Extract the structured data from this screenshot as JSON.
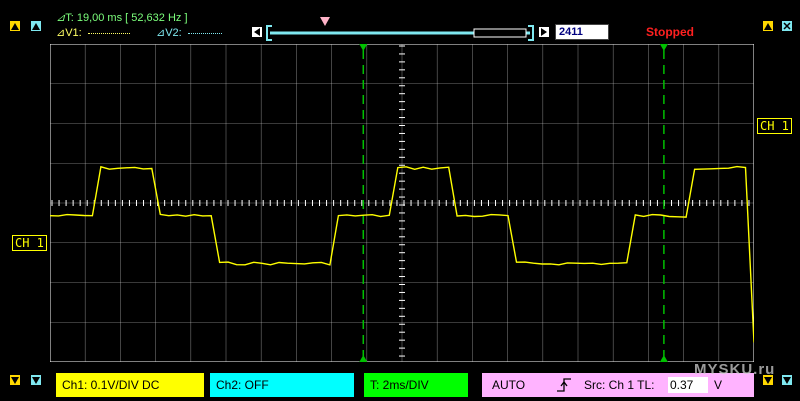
{
  "header": {
    "delta_t": "T: 19,00 ms [ 52,632 Hz ]",
    "v1_label": "V1:",
    "v2_label": "V2:",
    "position_value": "2411",
    "status": "Stopped"
  },
  "labels": {
    "ch1_right": "CH 1",
    "ch1_left": "CH 1"
  },
  "statusbar": {
    "ch1": "Ch1:  0.1V/DIV   DC",
    "ch2": "Ch2:   OFF",
    "time": "T:   2ms/DIV",
    "mode": "AUTO",
    "trigger_src": "Src: Ch 1  TL:",
    "trigger_level": "0.37",
    "trigger_unit": "V"
  },
  "watermark": "MYSKU.ru",
  "colors": {
    "trace": "#ffff00",
    "grid": "#d0d0d0",
    "cursor": "#00c000",
    "status_ch1": "#ffff00",
    "status_ch2": "#00ffff",
    "status_time": "#00ff00",
    "status_trigger": "#ffb3ff",
    "stopped": "#ff2020"
  },
  "waveform_y": [
    0.4,
    0.4,
    0.4,
    0.4,
    0.4,
    0.4,
    0.55,
    0.55,
    0.55,
    0.55,
    0.55,
    0.55,
    0.55,
    0.4,
    0.4,
    0.4,
    0.4,
    0.4,
    0.4,
    0.4,
    0.25,
    0.25,
    0.25,
    0.25,
    0.25,
    0.25,
    0.25,
    0.25,
    0.25,
    0.25,
    0.25,
    0.25,
    0.25,
    0.25,
    0.4,
    0.4,
    0.4,
    0.4,
    0.4,
    0.4,
    0.4,
    0.55,
    0.55,
    0.55,
    0.55,
    0.55,
    0.55,
    0.55,
    0.4,
    0.4,
    0.4,
    0.4,
    0.4,
    0.4,
    0.4,
    0.25,
    0.25,
    0.25,
    0.25,
    0.25,
    0.25,
    0.25,
    0.25,
    0.25,
    0.25,
    0.25,
    0.25,
    0.25,
    0.25,
    0.4,
    0.4,
    0.4,
    0.4,
    0.4,
    0.4,
    0.4,
    0.55,
    0.55,
    0.55,
    0.55,
    0.55,
    0.55,
    0.55,
    0.0
  ]
}
